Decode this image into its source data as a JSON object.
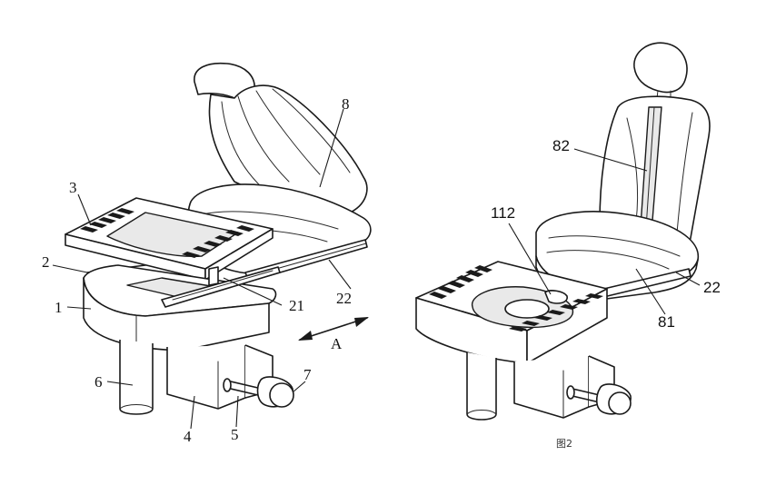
{
  "figure": {
    "caption": "图2",
    "direction_label": "A"
  },
  "left_labels": {
    "n1": "1",
    "n2": "2",
    "n3": "3",
    "n4": "4",
    "n5": "5",
    "n6": "6",
    "n7": "7",
    "n8": "8",
    "n21": "21",
    "n22": "22"
  },
  "right_labels": {
    "n112": "112",
    "n82": "82",
    "n22": "22",
    "n81": "81"
  }
}
